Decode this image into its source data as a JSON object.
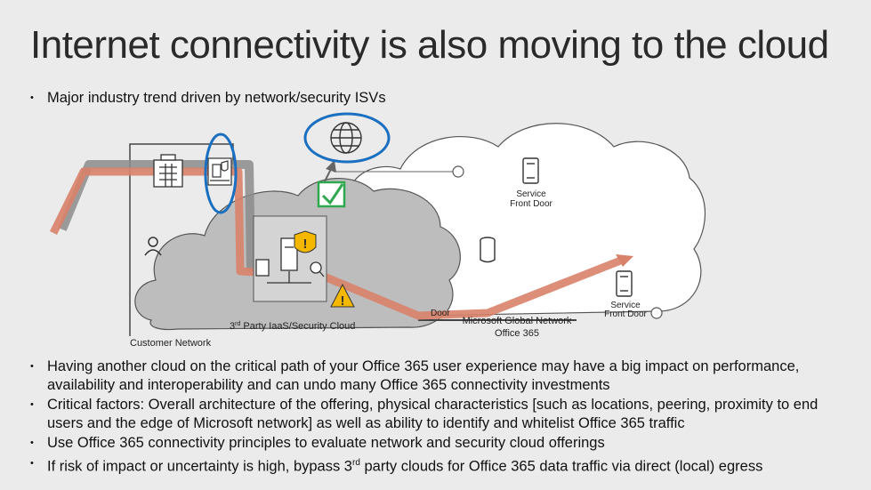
{
  "slide": {
    "title": "Internet connectivity is also moving to the cloud",
    "intro_bullet": "Major industry trend driven by network/security ISVs"
  },
  "diagram": {
    "customer_network_label": "Customer Network",
    "third_party_cloud_label_main": "3",
    "third_party_cloud_label_sup": "rd",
    "third_party_cloud_label_rest": " Party IaaS/Security Cloud",
    "door_fragment": "Door",
    "service_front_door_1_line1": "Service",
    "service_front_door_1_line2": "Front Door",
    "service_front_door_2_line1": "Service",
    "service_front_door_2_line2": "Front Door",
    "msft_network_label": "Microsoft Global Network",
    "office365_label": "Office 365",
    "colors": {
      "path_orange": "#d9826a",
      "path_grey": "#8c8c8c",
      "highlight_blue": "#1a6fc0",
      "check_green": "#2fa84f",
      "warning_yellow": "#f5b800"
    },
    "icons": [
      "building-icon",
      "firewall-icon",
      "globe-icon",
      "user-icon",
      "database-icon",
      "phone-icon",
      "checkmark-icon",
      "warning-icon"
    ]
  },
  "bullets": [
    "Having another cloud on the critical path of your Office 365 user experience may have a big impact on performance, availability and interoperability and can undo many Office 365 connectivity investments",
    "Critical factors: Overall architecture of the offering, physical characteristics [such as locations, peering, proximity to end users and the edge of Microsoft network] as well as ability to identify and whitelist Office 365 traffic",
    "Use Office 365 connectivity principles to evaluate network and security cloud offerings"
  ],
  "last_bullet": {
    "before": "If risk of impact or uncertainty is high, bypass 3",
    "sup": "rd",
    "after": " party clouds for Office 365 data traffic via direct (local) egress"
  }
}
